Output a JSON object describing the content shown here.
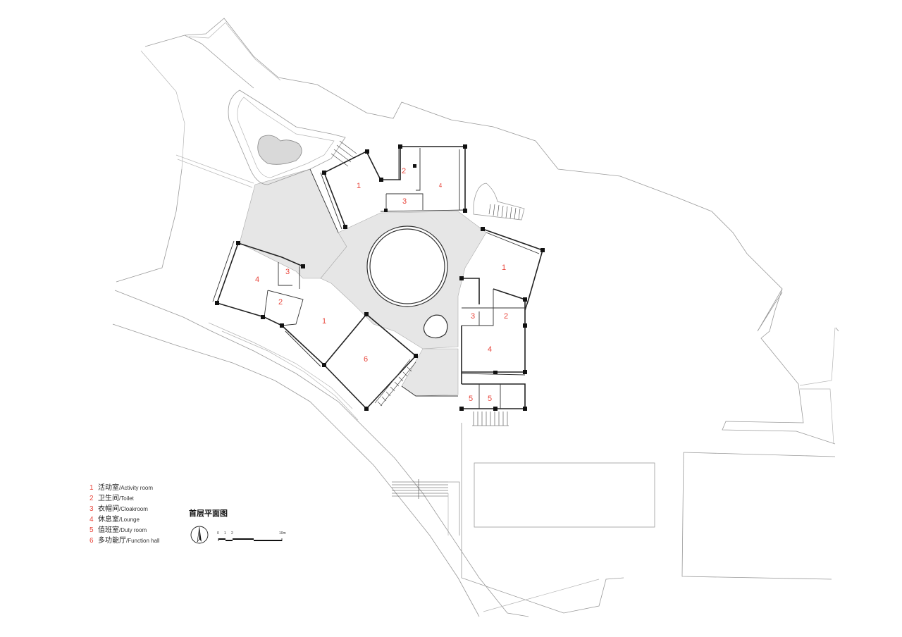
{
  "drawing": {
    "title": "首层平面图",
    "rooms": [
      {
        "num": "1",
        "label_zh": "活动室",
        "label_en": "/Activity room"
      },
      {
        "num": "2",
        "label_zh": "卫生间",
        "label_en": "/Toilet"
      },
      {
        "num": "3",
        "label_zh": "衣帽间",
        "label_en": "/Cloakroom"
      },
      {
        "num": "4",
        "label_zh": "休息室",
        "label_en": "/Lounge"
      },
      {
        "num": "5",
        "label_zh": "值班室",
        "label_en": "/Duty room"
      },
      {
        "num": "6",
        "label_zh": "多功能厅",
        "label_en": "/Function hall"
      }
    ],
    "scale": {
      "ticks": [
        "0",
        "1",
        "2",
        "10m"
      ]
    },
    "colors": {
      "room_number": "#e8463c",
      "line": "#222222",
      "paving": "#e6e6e6"
    }
  },
  "plan_tags": [
    {
      "id": "n1a",
      "text": "1"
    },
    {
      "id": "n2a",
      "text": "2"
    },
    {
      "id": "n4a",
      "text": "4"
    },
    {
      "id": "n3a",
      "text": "3"
    },
    {
      "id": "n1b",
      "text": "1"
    },
    {
      "id": "n3b",
      "text": "3"
    },
    {
      "id": "n4b",
      "text": "4"
    },
    {
      "id": "n2b",
      "text": "2"
    },
    {
      "id": "n1c",
      "text": "1"
    },
    {
      "id": "n6a",
      "text": "6"
    },
    {
      "id": "n3c",
      "text": "3"
    },
    {
      "id": "n2c",
      "text": "2"
    },
    {
      "id": "n4c",
      "text": "4"
    },
    {
      "id": "n5a",
      "text": "5"
    },
    {
      "id": "n5b",
      "text": "5"
    }
  ]
}
